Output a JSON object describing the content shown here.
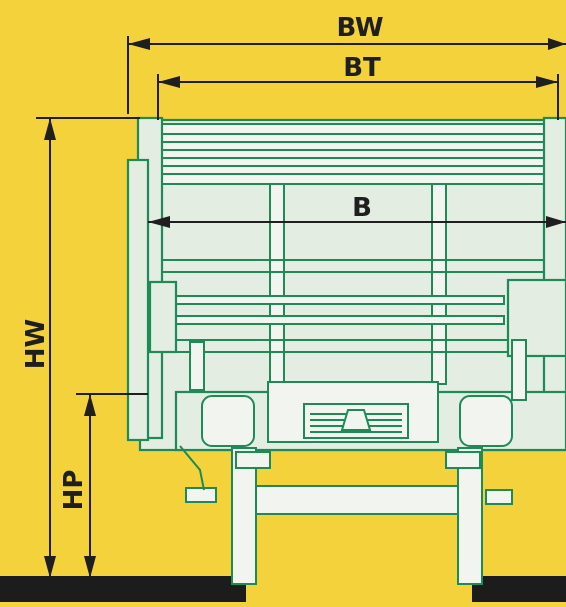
{
  "diagram": {
    "labels": {
      "overall_width": "BW",
      "box_width": "BT",
      "inner_width": "B",
      "total_height": "HW",
      "floor_height": "HP"
    },
    "colors": {
      "background": "#F4D23C",
      "wagon_outline": "#1e8a55",
      "wagon_fill": "#e3ede2",
      "dimension_lines": "#1f1f1f"
    }
  }
}
